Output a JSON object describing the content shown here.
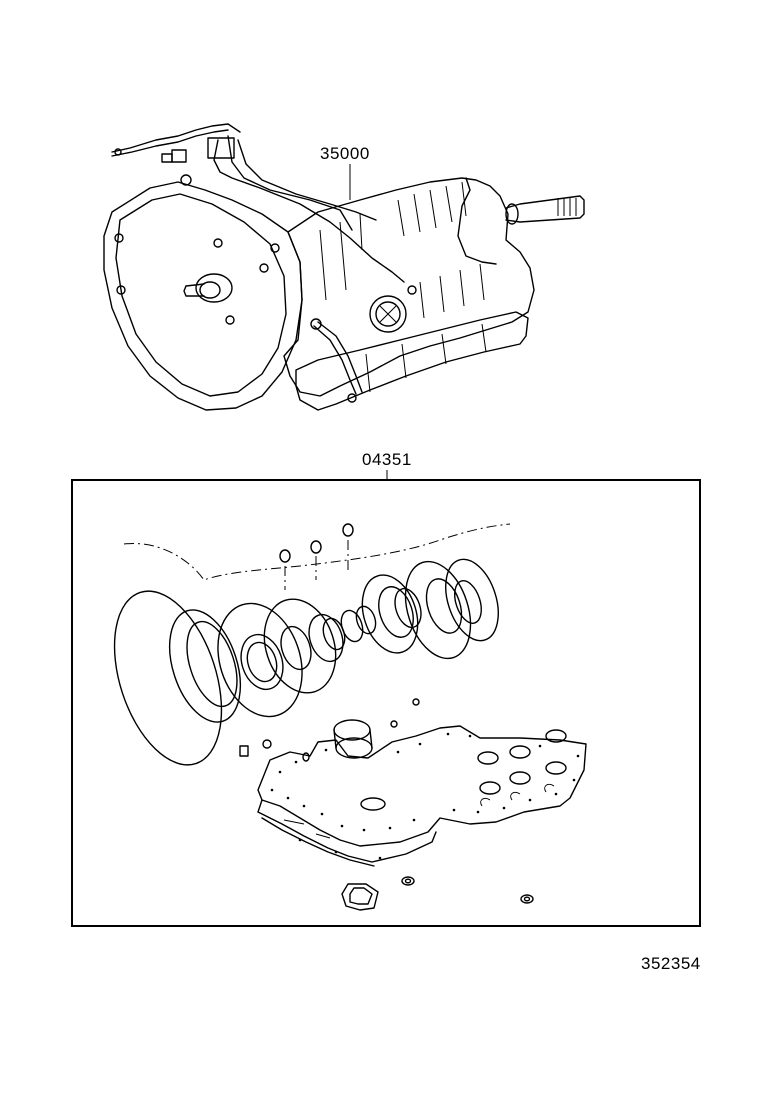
{
  "labels": {
    "transmission_assembly": "35000",
    "overhaul_gasket_kit": "04351",
    "illustration_number": "352354"
  },
  "colors": {
    "line": "#000000",
    "background": "#ffffff"
  }
}
